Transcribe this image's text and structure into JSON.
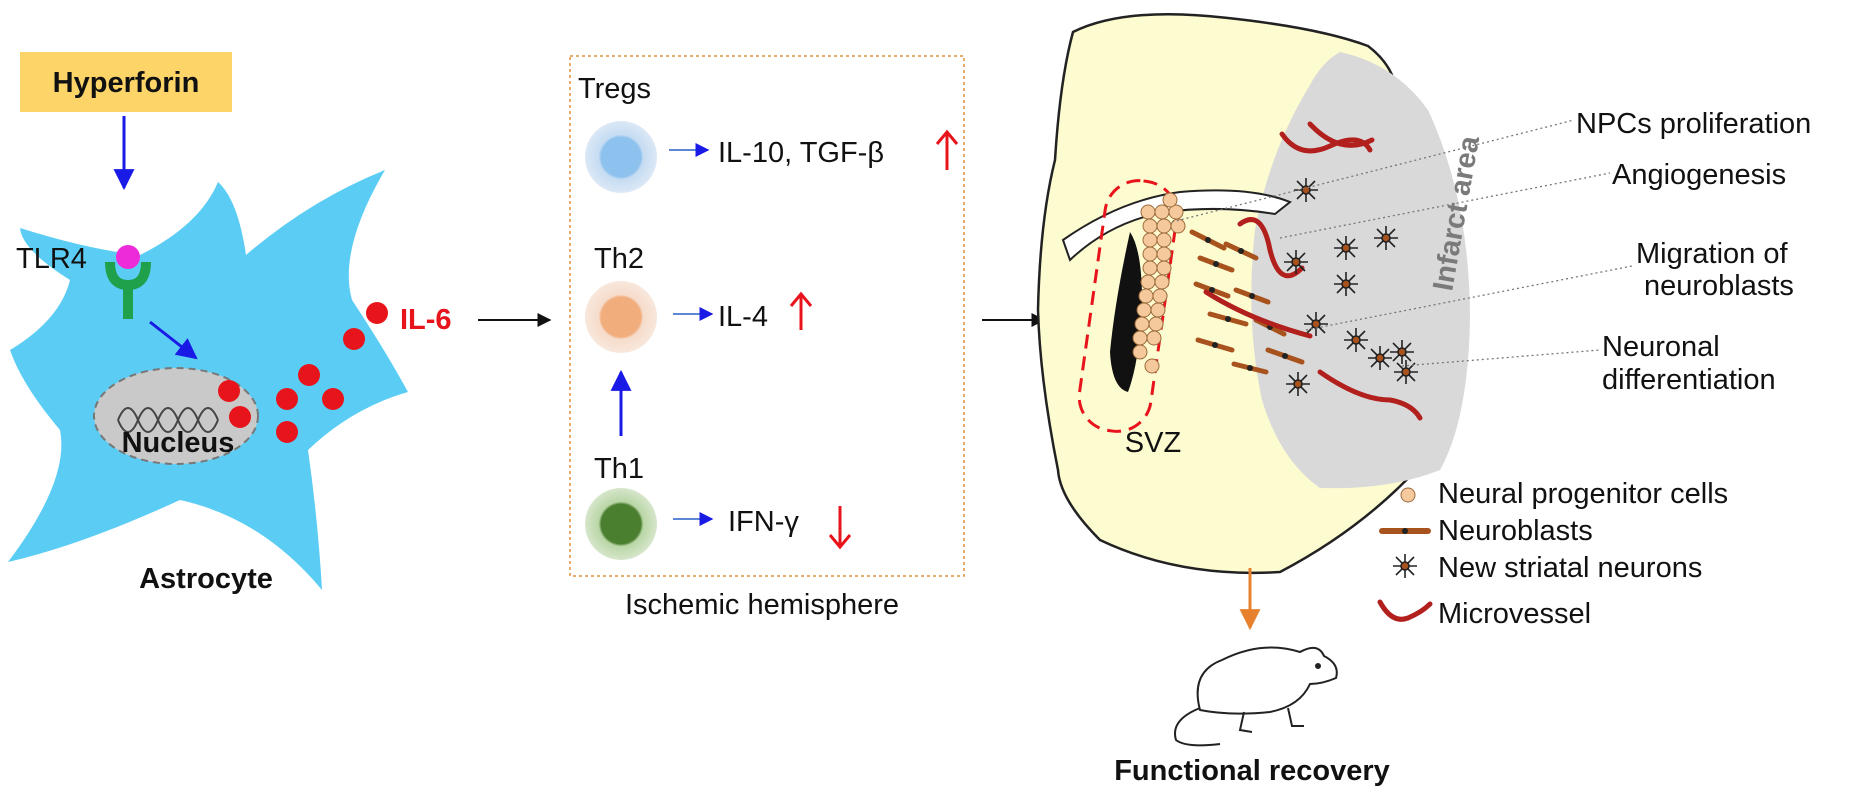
{
  "left": {
    "drug": "Hyperforin",
    "receptor": "TLR4",
    "nucleus": "Nucleus",
    "cytokine": "IL-6",
    "cell": "Astrocyte"
  },
  "middle": {
    "tregs": "Tregs",
    "tregs_output": "IL-10, TGF-β",
    "th2": "Th2",
    "th2_output": "IL-4",
    "th1": "Th1",
    "th1_output": "IFN-γ",
    "caption": "Ischemic hemisphere"
  },
  "right": {
    "svz": "SVZ",
    "infarct": "Infarct area",
    "annotations": [
      "NPCs proliferation",
      "Angiogenesis",
      "Migration of",
      "neuroblasts",
      "Neuronal",
      "differentiation"
    ],
    "legend": [
      "Neural progenitor cells",
      "Neuroblasts",
      "New striatal neurons",
      "Microvessel"
    ],
    "outcome": "Functional recovery"
  },
  "colors": {
    "astrocyte": "#5bcdf5",
    "hyperforin_box": "#fdd468",
    "il6": "#e8141b",
    "tregs": "#8dc2ee",
    "th2": "#f1ad7c",
    "th1": "#4a7f2f",
    "brain_fill": "#fdfbd0",
    "infarct_fill": "#d9d9d9",
    "svz_dash": "#e8141b",
    "microvessel": "#b2201e",
    "neuroblast": "#a8521d",
    "recovery_arrow": "#e8812e"
  }
}
